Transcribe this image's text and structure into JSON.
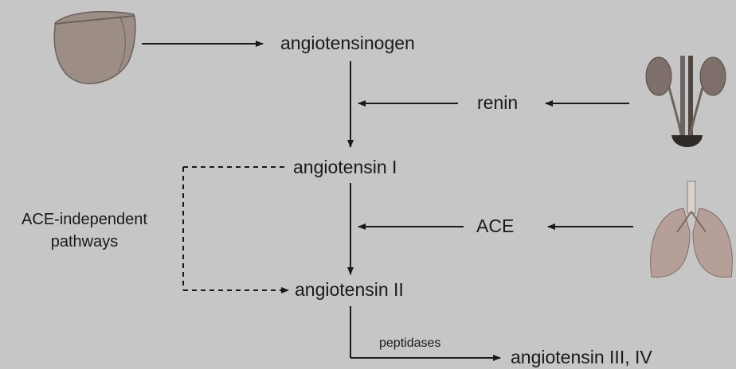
{
  "diagram": {
    "nodes": {
      "angiotensinogen": "angiotensinogen",
      "renin": "renin",
      "angiotensin_i": "angiotensin I",
      "ace": "ACE",
      "angiotensin_ii": "angiotensin II",
      "angiotensin_iii_iv": "angiotensin III, IV"
    },
    "side_label_line1": "ACE-independent",
    "side_label_line2": "pathways",
    "edge_label_peptidases": "peptidases",
    "organs": [
      "liver",
      "kidneys",
      "lungs"
    ]
  },
  "colors": {
    "background": "#c6c6c6",
    "text": "#1a1a1a",
    "liver": "#9c8e86",
    "kidney": "#7f6f6a",
    "lung": "#b79f99"
  }
}
